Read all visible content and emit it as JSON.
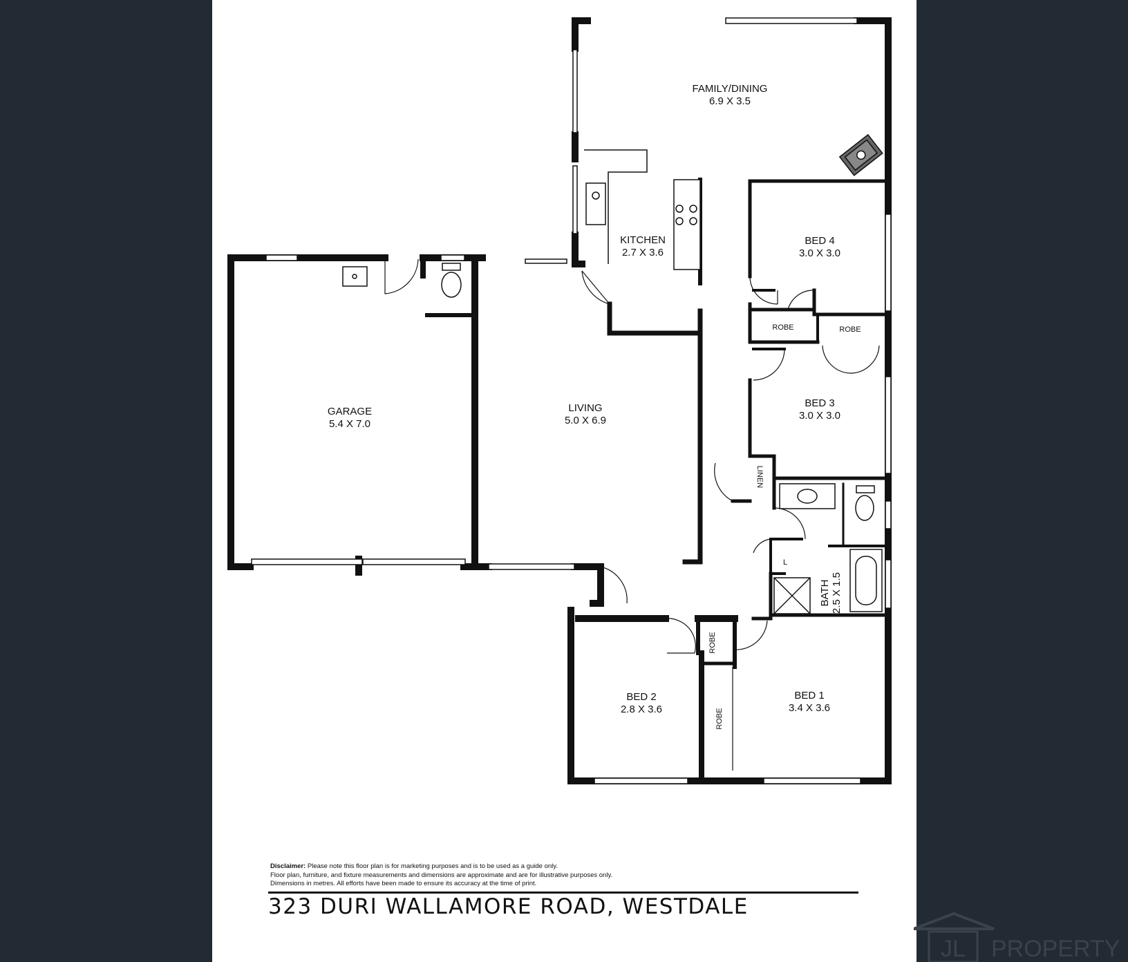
{
  "rooms": {
    "family_dining": {
      "name": "FAMILY/DINING",
      "dims": "6.9 X 3.5"
    },
    "kitchen": {
      "name": "KITCHEN",
      "dims": "2.7 X 3.6"
    },
    "bed4": {
      "name": "BED 4",
      "dims": "3.0 X 3.0"
    },
    "bed3": {
      "name": "BED 3",
      "dims": "3.0 X 3.0"
    },
    "garage": {
      "name": "GARAGE",
      "dims": "5.4 X 7.0"
    },
    "living": {
      "name": "LIVING",
      "dims": "5.0 X 6.9"
    },
    "bath": {
      "name": "BATH",
      "dims": "2.5 X 1.5"
    },
    "bed2": {
      "name": "BED 2",
      "dims": "2.8 X 3.6"
    },
    "bed1": {
      "name": "BED 1",
      "dims": "3.4 X 3.6"
    }
  },
  "small_labels": {
    "robe": "ROBE",
    "linen": "LINEN",
    "laundry": "L"
  },
  "disclaimer": {
    "heading": "Disclaimer:",
    "line1": "Please note this floor plan is for marketing purposes and is to be used as a guide only.",
    "line2": "Floor plan, furniture, and fixture measurements and dimensions are approximate and are for illustrative purposes only.",
    "line3": "Dimensions in metres. All efforts have been made to ensure its accuracy at the time of print."
  },
  "address": "323 DURI WALLAMORE ROAD, WESTDALE",
  "logo": {
    "initials": "JL",
    "word": "PROPERTY"
  },
  "colors": {
    "background": "#222a33",
    "sheet": "#ffffff",
    "walls": "#111111",
    "logo": "#3a424b"
  }
}
